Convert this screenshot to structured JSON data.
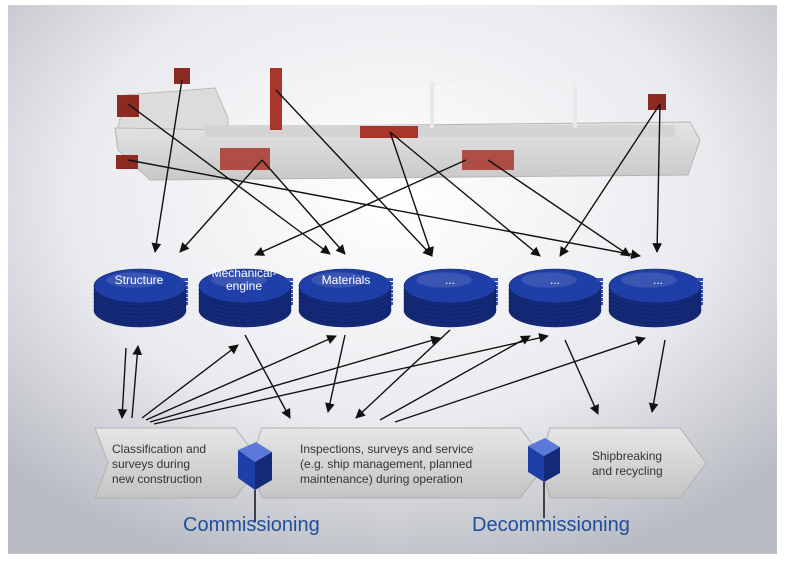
{
  "stacks": [
    {
      "label": "Structure"
    },
    {
      "label": "Mechanical-\nengine"
    },
    {
      "label": "Materials"
    },
    {
      "label": "..."
    },
    {
      "label": "..."
    },
    {
      "label": "..."
    }
  ],
  "phases": [
    {
      "label": "Classification and\nsurveys during\nnew construction"
    },
    {
      "label": "Inspections, surveys and service\n(e.g. ship management, planned\nmaintenance) during operation"
    },
    {
      "label": "Shipbreaking\nand recycling"
    }
  ],
  "milestones": {
    "commissioning": "Commissioning",
    "decommissioning": "Decommissioning"
  },
  "colors": {
    "stack": "#1f3fa8",
    "stack_dark": "#142a78",
    "ship_part": "#a8362a",
    "milestone_text": "#1f4e9a",
    "chevron": "#d2d2d2"
  }
}
